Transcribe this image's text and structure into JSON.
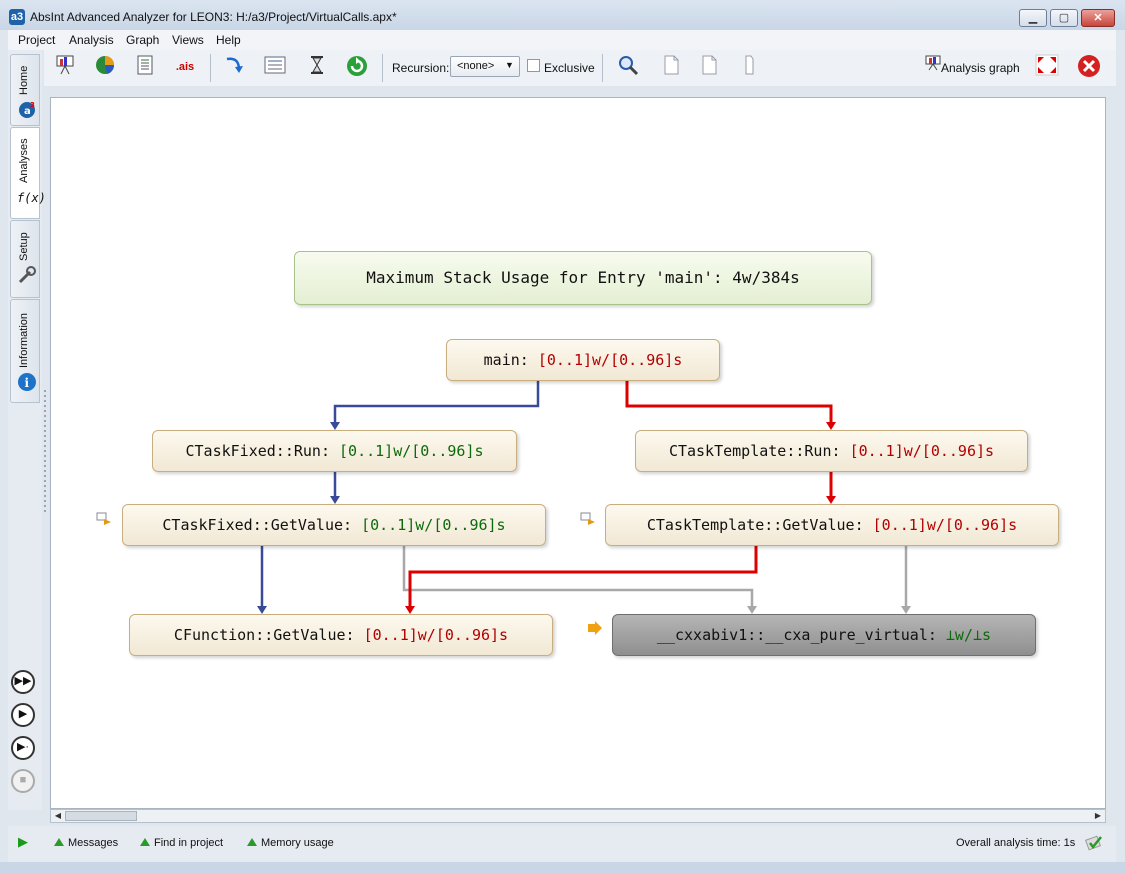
{
  "window": {
    "title": "AbsInt Advanced Analyzer for LEON3: H:/a3/Project/VirtualCalls.apx*",
    "app_icon": "a3",
    "controls": [
      "minimize",
      "maximize",
      "close"
    ]
  },
  "menubar": {
    "items": [
      {
        "label": "Project",
        "mnemonic": "P"
      },
      {
        "label": "Analysis",
        "mnemonic": "A"
      },
      {
        "label": "Graph",
        "mnemonic": "G"
      },
      {
        "label": "Views",
        "mnemonic": ""
      },
      {
        "label": "Help",
        "mnemonic": "H"
      }
    ]
  },
  "sidebar": {
    "tabs": [
      {
        "label": "Home",
        "icon": "a3-home-icon"
      },
      {
        "label": "Analyses",
        "icon": "function-icon",
        "icon_text": "f(x)",
        "active": true
      },
      {
        "label": "Setup",
        "icon": "wrench-icon"
      },
      {
        "label": "Information",
        "icon": "info-icon",
        "icon_text": "i"
      }
    ],
    "controls": [
      "fast-forward",
      "play",
      "step",
      "stop"
    ]
  },
  "toolbar": {
    "recursion_label": "Recursion:",
    "recursion_value": "<none>",
    "exclusive_label": "Exclusive",
    "exclusive_checked": false,
    "analysis_graph_label": "Analysis graph",
    "ais_label": ".ais"
  },
  "graph": {
    "summary": "Maximum Stack Usage for Entry 'main': 4w/384s",
    "nodes": [
      {
        "id": "main",
        "name": "main: ",
        "value": "[0..1]w/[0..96]s",
        "value_color": "red"
      },
      {
        "id": "ctaskfixed_run",
        "name": "CTaskFixed::Run: ",
        "value": "[0..1]w/[0..96]s",
        "value_color": "green"
      },
      {
        "id": "ctasktemplate_run",
        "name": "CTaskTemplate::Run: ",
        "value": "[0..1]w/[0..96]s",
        "value_color": "red"
      },
      {
        "id": "ctaskfixed_getvalue",
        "name": "CTaskFixed::GetValue: ",
        "value": "[0..1]w/[0..96]s",
        "value_color": "green"
      },
      {
        "id": "ctasktemplate_getvalue",
        "name": "CTaskTemplate::GetValue: ",
        "value": "[0..1]w/[0..96]s",
        "value_color": "red"
      },
      {
        "id": "cfunction_getvalue",
        "name": "CFunction::GetValue: ",
        "value": "[0..1]w/[0..96]s",
        "value_color": "red"
      },
      {
        "id": "pure_virtual",
        "name": "__cxxabiv1::__cxa_pure_virtual: ",
        "value": "⊥w/⊥s",
        "value_color": "green"
      }
    ],
    "colors": {
      "blue_edge": "#3a4a9a",
      "red_edge": "#dd0000",
      "gray_edge": "#a8a8a8"
    }
  },
  "statusbar": {
    "messages": "Messages",
    "find": "Find in project",
    "memory": "Memory usage",
    "time": "Overall analysis time: 1s"
  }
}
